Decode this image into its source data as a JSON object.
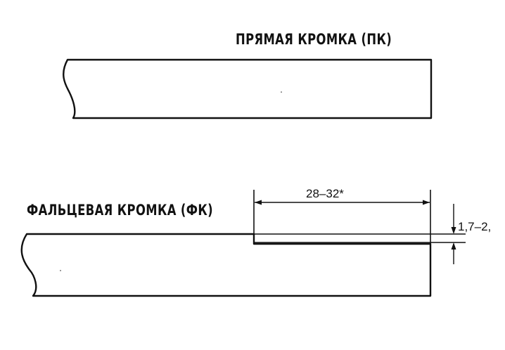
{
  "titles": {
    "straight_edge": "ПРЯМАЯ КРОМКА (ПК)",
    "rebate_edge": "ФАЛЬЦЕВАЯ КРОМКА (ФК)"
  },
  "dimensions": {
    "rebate_width": "28–32*",
    "rebate_depth": "1,7–2,"
  },
  "colors": {
    "line": "#111111",
    "background": "#ffffff"
  }
}
